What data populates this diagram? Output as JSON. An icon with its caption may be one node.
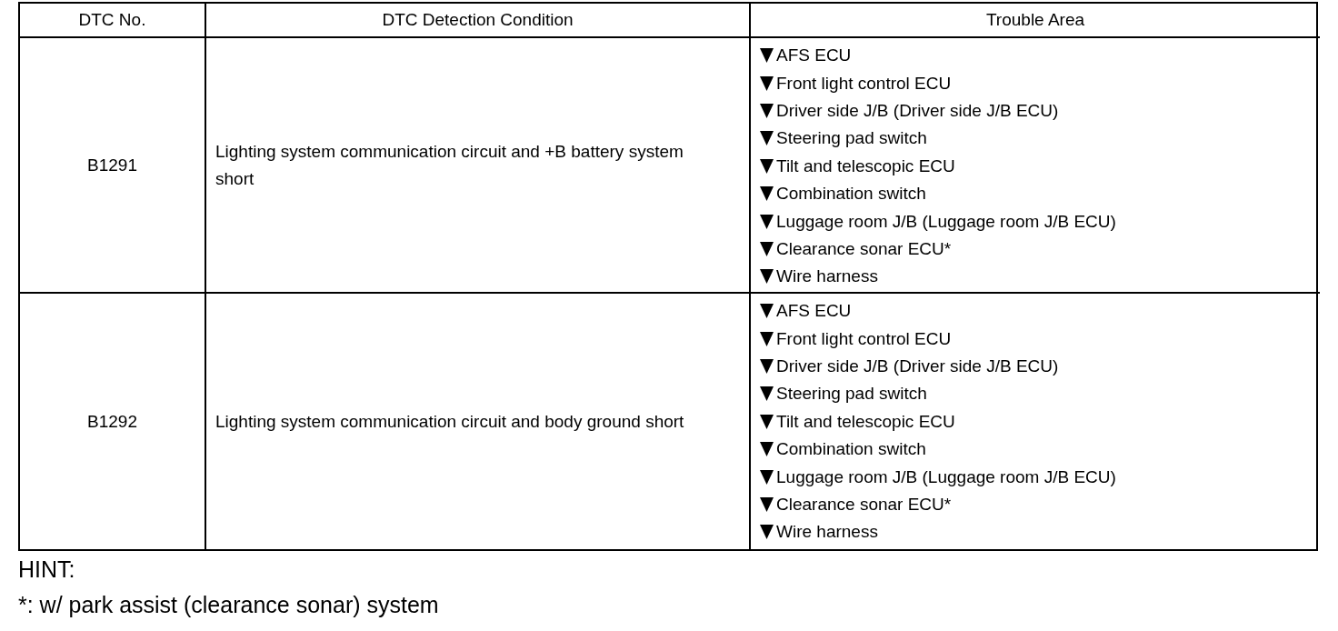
{
  "diagram": {
    "labels": [
      "DTC No.",
      "DTC Detection Condition",
      "Trouble Area",
      "B1291",
      "Lighting system communication circuit and +B battery system short",
      "AFS ECU",
      "Front light control ECU",
      "Driver side J/B (Driver side J/B ECU)",
      "Steering pad switch",
      "Tilt and telescopic ECU",
      "Combination switch",
      "Luggage room J/B (Luggage room J/B ECU)",
      "Clearance sonar  ECU*",
      "Wire harness",
      "B1292",
      "Lighting system communication circuit and body ground short",
      "AFS ECU",
      "Front light control ECU",
      "Driver side J/B (Driver side J/B ECU)",
      "Steering pad switch",
      "Tilt and telescopic ECU",
      "Combination switch",
      "Luggage room J/B (Luggage room J/B ECU)",
      "Clearance sonar  ECU*",
      "Wire harness",
      "HINT:",
      "*: w/ park assist (clearance sonar) system"
    ]
  }
}
